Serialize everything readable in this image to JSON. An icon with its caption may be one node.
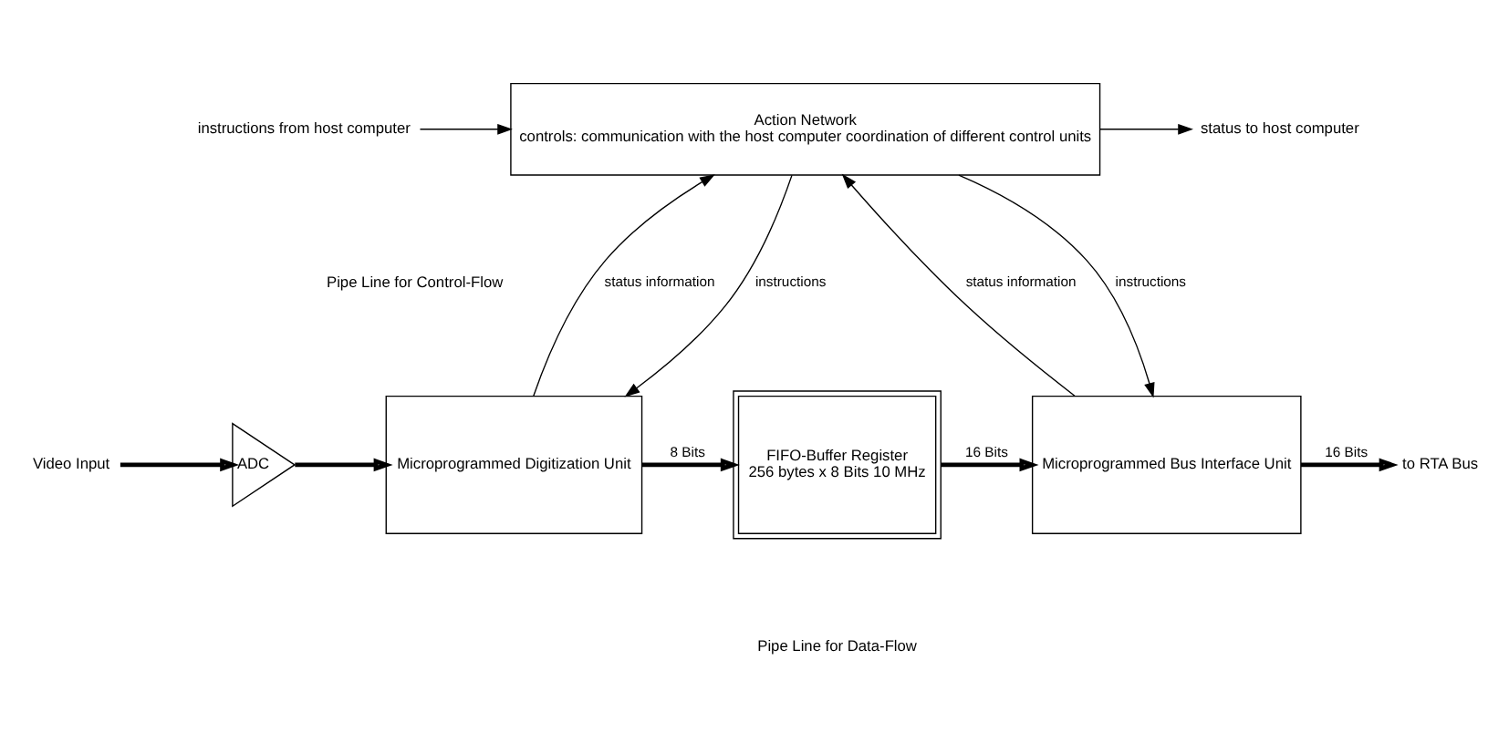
{
  "diagram": {
    "nodes": [
      {
        "text": [
          "Action Network",
          "controls: communication with the host computer coordination of different control units"
        ]
      },
      {
        "text": [
          "instructions from host computer"
        ]
      },
      {
        "text": [
          "status to host computer"
        ]
      },
      {
        "text": [
          "Video Input"
        ]
      },
      {
        "text": [
          "ADC"
        ]
      },
      {
        "text": [
          "Microprogrammed Digitization Unit"
        ]
      },
      {
        "text": [
          "FIFO-Buffer Register",
          "256 bytes x 8 Bits 10 MHz"
        ]
      },
      {
        "text": [
          "Microprogrammed Bus Interface Unit"
        ]
      },
      {
        "text": [
          "to RTA Bus"
        ]
      }
    ],
    "edges": [
      {
        "from": 1,
        "to": 0,
        "arrow": "to"
      },
      {
        "from": 0,
        "to": 2,
        "arrow": "to"
      },
      {
        "from": 0,
        "to": 5,
        "arrow": "to",
        "label": "instructions"
      },
      {
        "from": 5,
        "to": 0,
        "arrow": "to",
        "label": "status information"
      },
      {
        "from": 0,
        "to": 7,
        "arrow": "to",
        "label": "instructions"
      },
      {
        "from": 7,
        "to": 0,
        "arrow": "to",
        "label": "status information"
      },
      {
        "from": 3,
        "to": 4,
        "arrow": "to",
        "style": "thick"
      },
      {
        "from": 4,
        "to": 5,
        "arrow": "to",
        "style": "thick"
      },
      {
        "from": 5,
        "to": 6,
        "arrow": "to",
        "style": "thick",
        "label": "8 Bits"
      },
      {
        "from": 6,
        "to": 7,
        "arrow": "to",
        "style": "thick",
        "label": "16 Bits"
      },
      {
        "from": 7,
        "to": 8,
        "arrow": "to",
        "style": "thick",
        "label": "16 Bits"
      }
    ],
    "labels": [
      "Pipe Line for Control-Flow",
      "Pipe Line for Data-Flow"
    ]
  }
}
